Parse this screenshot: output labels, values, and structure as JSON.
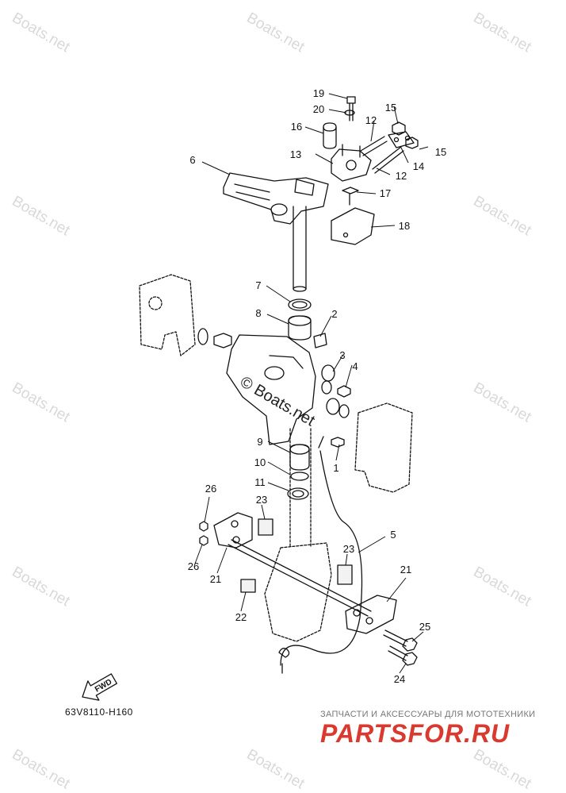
{
  "watermark": "Boats.net",
  "watermark_center": "© Boats.net",
  "diagram_code": "63V8110-H160",
  "fwd_label": "FWD",
  "shop": {
    "subtitle": "ЗАПЧАСТИ И АКСЕССУАРЫ ДЛЯ МОТОТЕХНИКИ",
    "logo": "PARTSFOR.RU"
  },
  "callouts": [
    "19",
    "20",
    "16",
    "15",
    "12",
    "13",
    "14",
    "15",
    "12",
    "6",
    "17",
    "18",
    "7",
    "2",
    "8",
    "3",
    "4",
    "9",
    "1",
    "10",
    "11",
    "26",
    "23",
    "5",
    "23",
    "26",
    "21",
    "21",
    "22",
    "25",
    "24"
  ]
}
